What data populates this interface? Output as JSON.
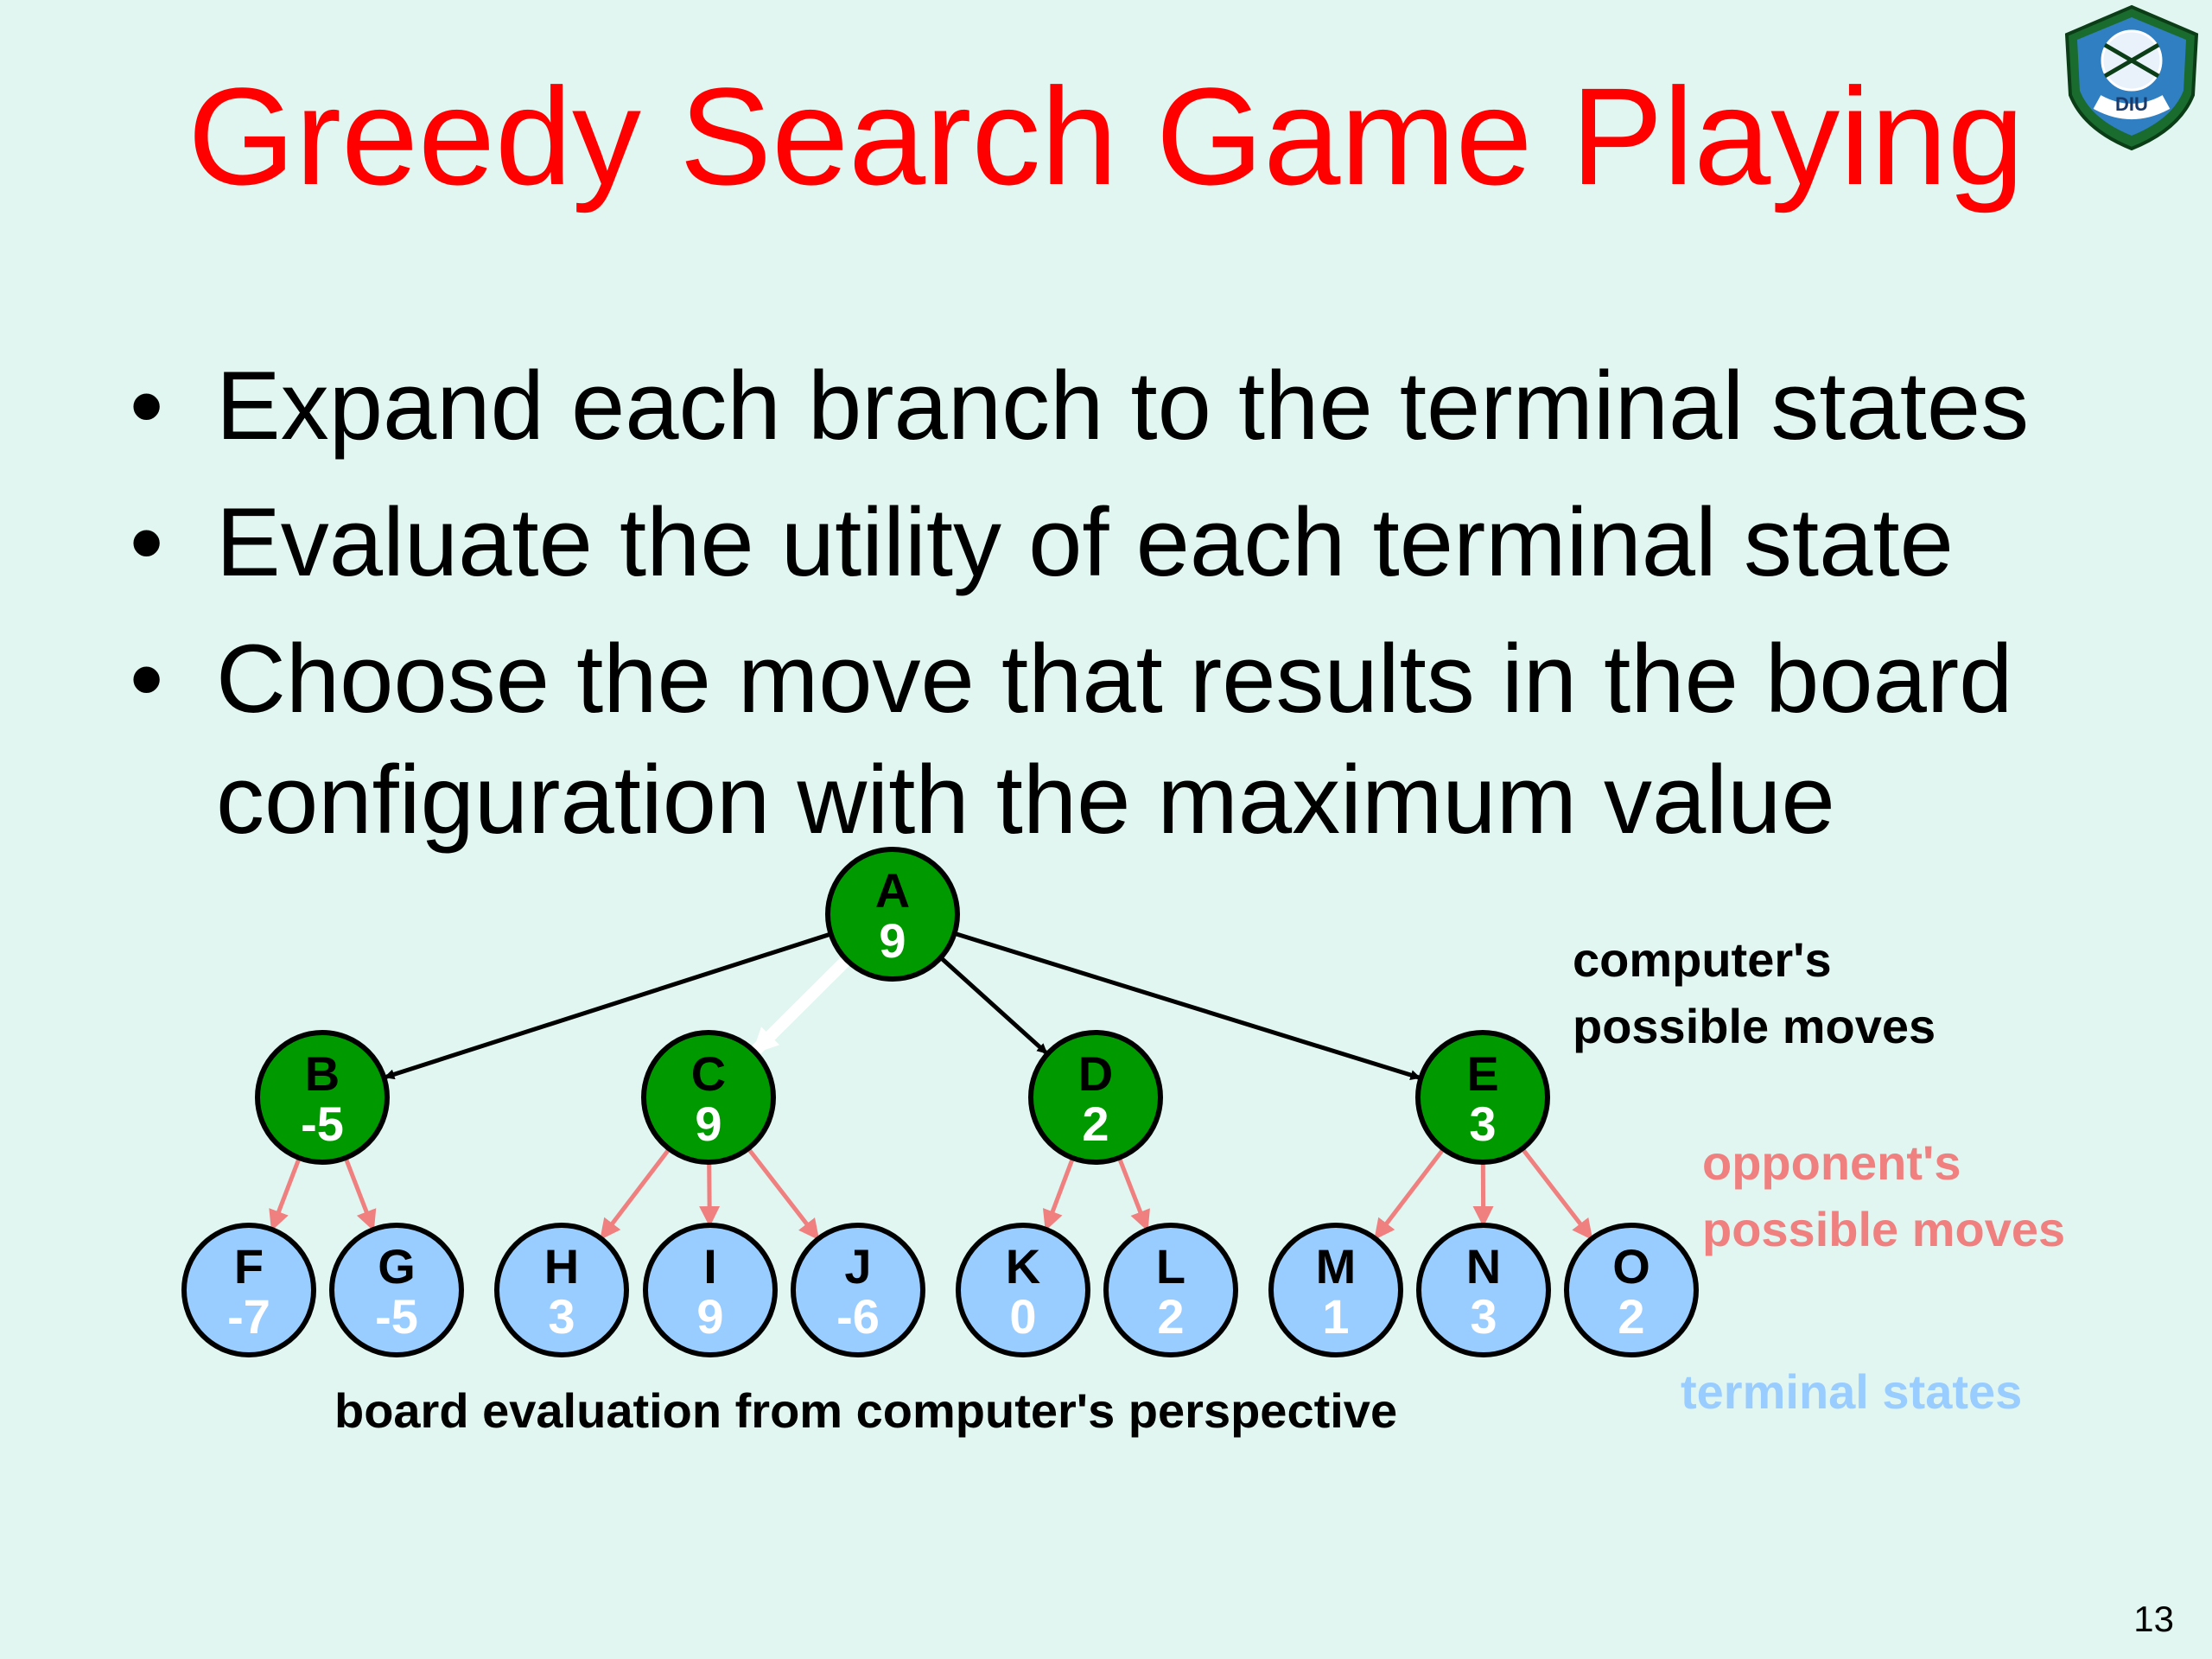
{
  "slide": {
    "title": "Greedy Search Game Playing",
    "bullets": [
      "Expand each branch to the terminal states",
      "Evaluate the utility of each terminal state",
      "Choose the move that results in the board configuration with the maximum value"
    ],
    "page_number": "13",
    "logo_text": "DIU"
  },
  "diagram": {
    "nodes": [
      {
        "id": "A",
        "label": "A",
        "value": "9",
        "level": "root"
      },
      {
        "id": "B",
        "label": "B",
        "value": "-5",
        "level": "computer"
      },
      {
        "id": "C",
        "label": "C",
        "value": "9",
        "level": "computer"
      },
      {
        "id": "D",
        "label": "D",
        "value": "2",
        "level": "computer"
      },
      {
        "id": "E",
        "label": "E",
        "value": "3",
        "level": "computer"
      },
      {
        "id": "F",
        "label": "F",
        "value": "-7",
        "level": "terminal"
      },
      {
        "id": "G",
        "label": "G",
        "value": "-5",
        "level": "terminal"
      },
      {
        "id": "H",
        "label": "H",
        "value": "3",
        "level": "terminal"
      },
      {
        "id": "I",
        "label": "I",
        "value": "9",
        "level": "terminal"
      },
      {
        "id": "J",
        "label": "J",
        "value": "-6",
        "level": "terminal"
      },
      {
        "id": "K",
        "label": "K",
        "value": "0",
        "level": "terminal"
      },
      {
        "id": "L",
        "label": "L",
        "value": "2",
        "level": "terminal"
      },
      {
        "id": "M",
        "label": "M",
        "value": "1",
        "level": "terminal"
      },
      {
        "id": "N",
        "label": "N",
        "value": "3",
        "level": "terminal"
      },
      {
        "id": "O",
        "label": "O",
        "value": "2",
        "level": "terminal"
      }
    ],
    "edges": [
      {
        "from": "A",
        "to": "B",
        "style": "black"
      },
      {
        "from": "A",
        "to": "C",
        "style": "white"
      },
      {
        "from": "A",
        "to": "D",
        "style": "black"
      },
      {
        "from": "A",
        "to": "E",
        "style": "black"
      },
      {
        "from": "B",
        "to": "F",
        "style": "pink"
      },
      {
        "from": "B",
        "to": "G",
        "style": "pink"
      },
      {
        "from": "C",
        "to": "H",
        "style": "pink"
      },
      {
        "from": "C",
        "to": "I",
        "style": "pink"
      },
      {
        "from": "C",
        "to": "J",
        "style": "pink"
      },
      {
        "from": "D",
        "to": "K",
        "style": "pink"
      },
      {
        "from": "D",
        "to": "L",
        "style": "pink"
      },
      {
        "from": "E",
        "to": "M",
        "style": "pink"
      },
      {
        "from": "E",
        "to": "N",
        "style": "pink"
      },
      {
        "from": "E",
        "to": "O",
        "style": "pink"
      }
    ],
    "labels": {
      "computer_moves": [
        "computer's",
        "possible moves"
      ],
      "opponent_moves": [
        "opponent's",
        "possible moves"
      ],
      "terminal_states": "terminal states",
      "board_evaluation": "board evaluation from computer's perspective"
    },
    "colors": {
      "computer_node_fill": "#009900",
      "terminal_node_fill": "#99ccff",
      "pink_edge": "#f08080",
      "opponent_label": "#f08080",
      "terminal_label": "#99ccff"
    }
  }
}
